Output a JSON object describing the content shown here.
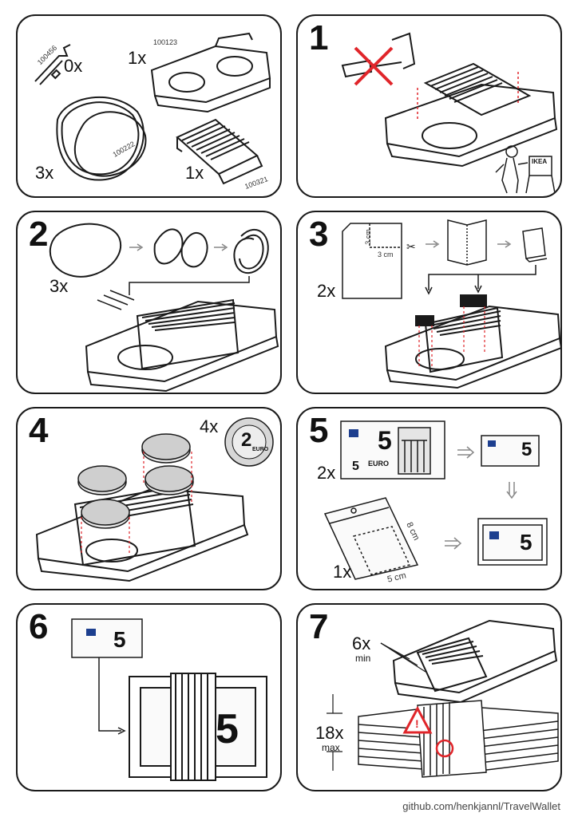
{
  "panels": {
    "p0": {
      "parts": [
        {
          "qty": "0x",
          "code": "100456"
        },
        {
          "qty": "1x",
          "code": "100123"
        },
        {
          "qty": "3x",
          "code": "100222"
        },
        {
          "qty": "1x",
          "code": "100321"
        }
      ]
    },
    "p1": {
      "number": "1",
      "brand": "IKEA"
    },
    "p2": {
      "number": "2",
      "qty": "3x"
    },
    "p3": {
      "number": "3",
      "qty": "2x",
      "dim_a": "3 cm",
      "dim_b": "3 cm"
    },
    "p4": {
      "number": "4",
      "qty": "4x",
      "coin_value": "2",
      "coin_text": "EURO"
    },
    "p5": {
      "number": "5",
      "note_qty": "2x",
      "note_value": "5",
      "note_small_value": "5",
      "note_euro": "EURO",
      "bag_qty": "1x",
      "bag_dim_a": "8 cm",
      "bag_dim_b": "5 cm"
    },
    "p6": {
      "number": "6",
      "note_value": "5",
      "big_value": "5"
    },
    "p7": {
      "number": "7",
      "bands_qty": "6x",
      "bands_note": "min",
      "notes_qty": "18x",
      "notes_note": "max",
      "warning": "!"
    }
  },
  "footer": "github.com/henkjannl/TravelWallet",
  "colors": {
    "line": "#1a1a1a",
    "accent_red": "#e0252a",
    "flag_blue": "#1d3f8f"
  }
}
